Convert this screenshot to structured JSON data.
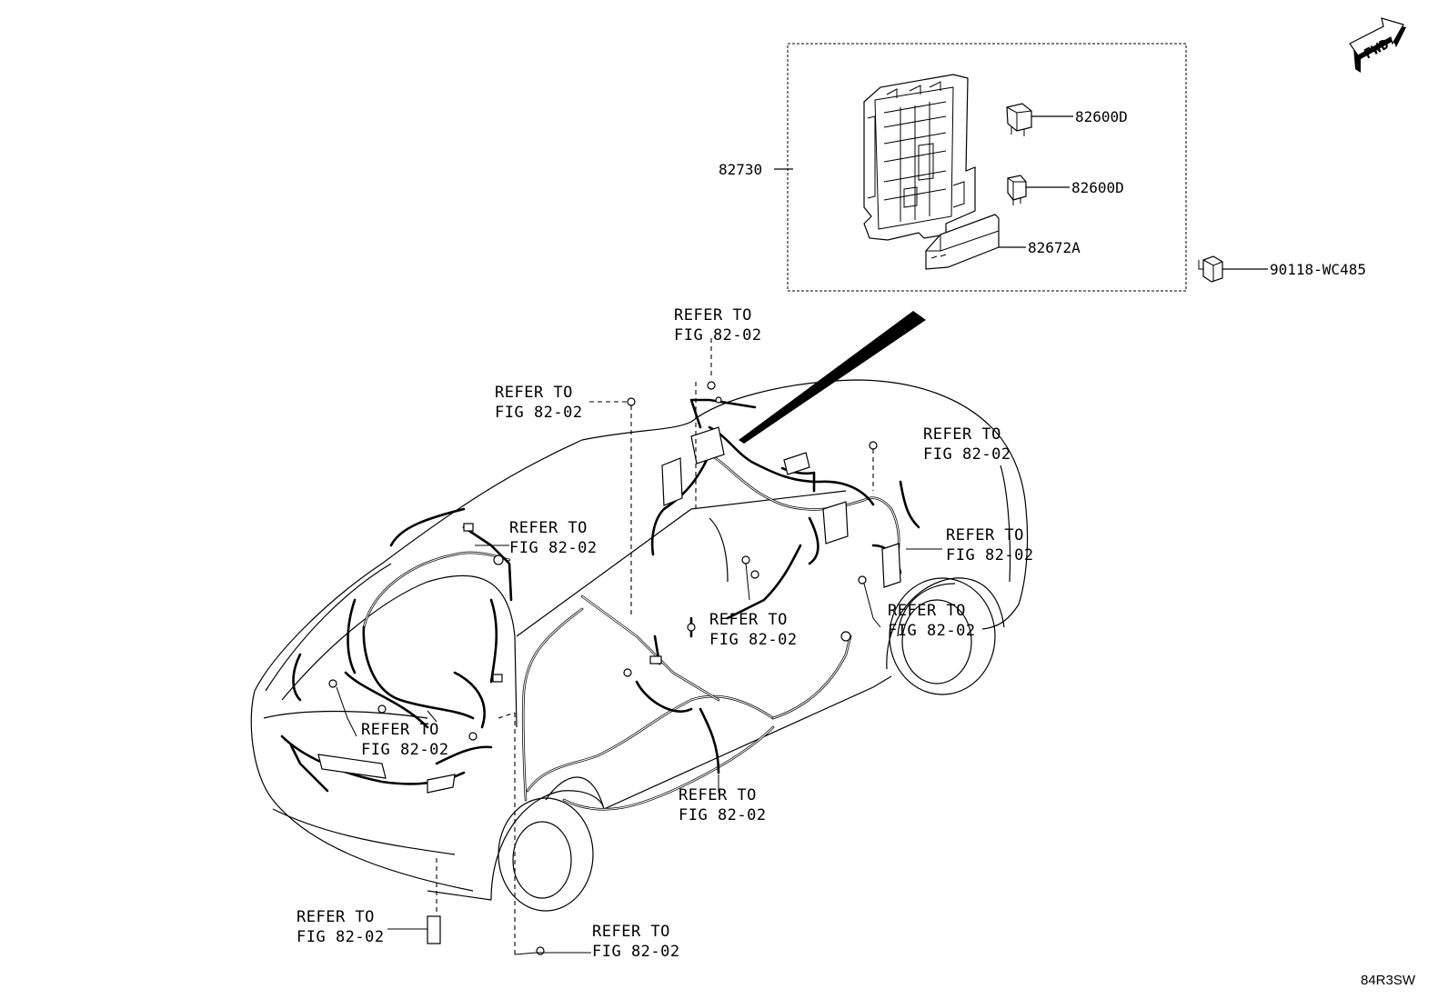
{
  "diagram": {
    "fwd_label": "FWD",
    "inset_parts": {
      "main_block": "82730",
      "relay_top": "82600D",
      "relay_bottom": "82600D",
      "fuse_cover": "82672A"
    },
    "external_part": "90118-WC485",
    "refer_line1": "REFER TO",
    "refer_line2": "FIG 82-02",
    "refers": [
      {
        "line1": "REFER TO",
        "line2": "FIG 82-02"
      },
      {
        "line1": "REFER TO",
        "line2": "FIG 82-02"
      },
      {
        "line1": "REFER TO",
        "line2": "FIG 82-02"
      },
      {
        "line1": "REFER TO",
        "line2": "FIG 82-02"
      },
      {
        "line1": "REFER TO",
        "line2": "FIG 82-02"
      },
      {
        "line1": "REFER TO",
        "line2": "FIG 82-02"
      },
      {
        "line1": "REFER TO",
        "line2": "FIG 82-02"
      },
      {
        "line1": "REFER TO",
        "line2": "FIG 82-02"
      },
      {
        "line1": "REFER TO",
        "line2": "FIG 82-02"
      },
      {
        "line1": "REFER TO",
        "line2": "FIG 82-02"
      },
      {
        "line1": "REFER TO",
        "line2": "FIG 82-02"
      }
    ],
    "diagram_code": "84R3SW"
  }
}
